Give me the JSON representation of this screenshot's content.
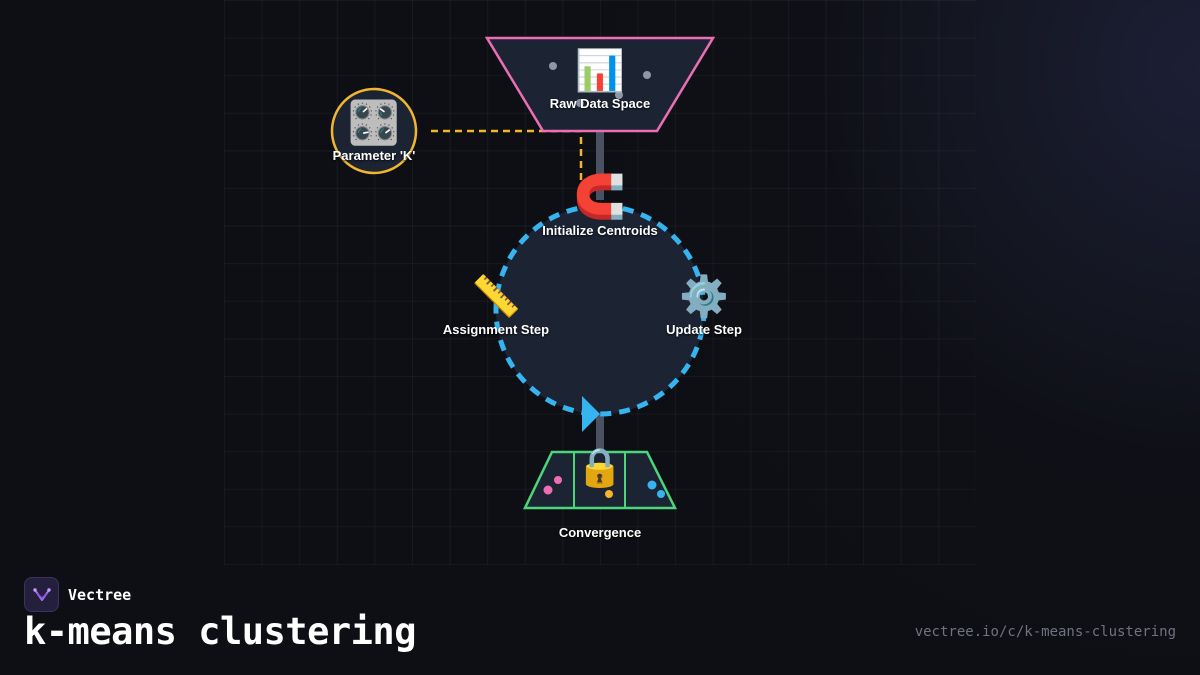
{
  "diagram": {
    "nodes": {
      "raw_data": {
        "label": "Raw Data Space",
        "icon": "bar-chart-icon",
        "color": "#ec6fb3"
      },
      "parameter": {
        "label": "Parameter 'K'",
        "icon": "control-knobs-icon",
        "color": "#f2b62c"
      },
      "initialize": {
        "label": "Initialize Centroids",
        "icon": "magnet-icon"
      },
      "assignment": {
        "label": "Assignment Step",
        "icon": "ruler-icon"
      },
      "update": {
        "label": "Update Step",
        "icon": "gear-icon"
      },
      "convergence": {
        "label": "Convergence",
        "icon": "lock-icon",
        "color": "#4cd67a"
      }
    },
    "cycle_color": "#35b4f0",
    "connector_color": "#4a5160"
  },
  "footer": {
    "brand": "Vectree",
    "title": "k-means clustering",
    "url": "vectree.io/c/k-means-clustering"
  }
}
